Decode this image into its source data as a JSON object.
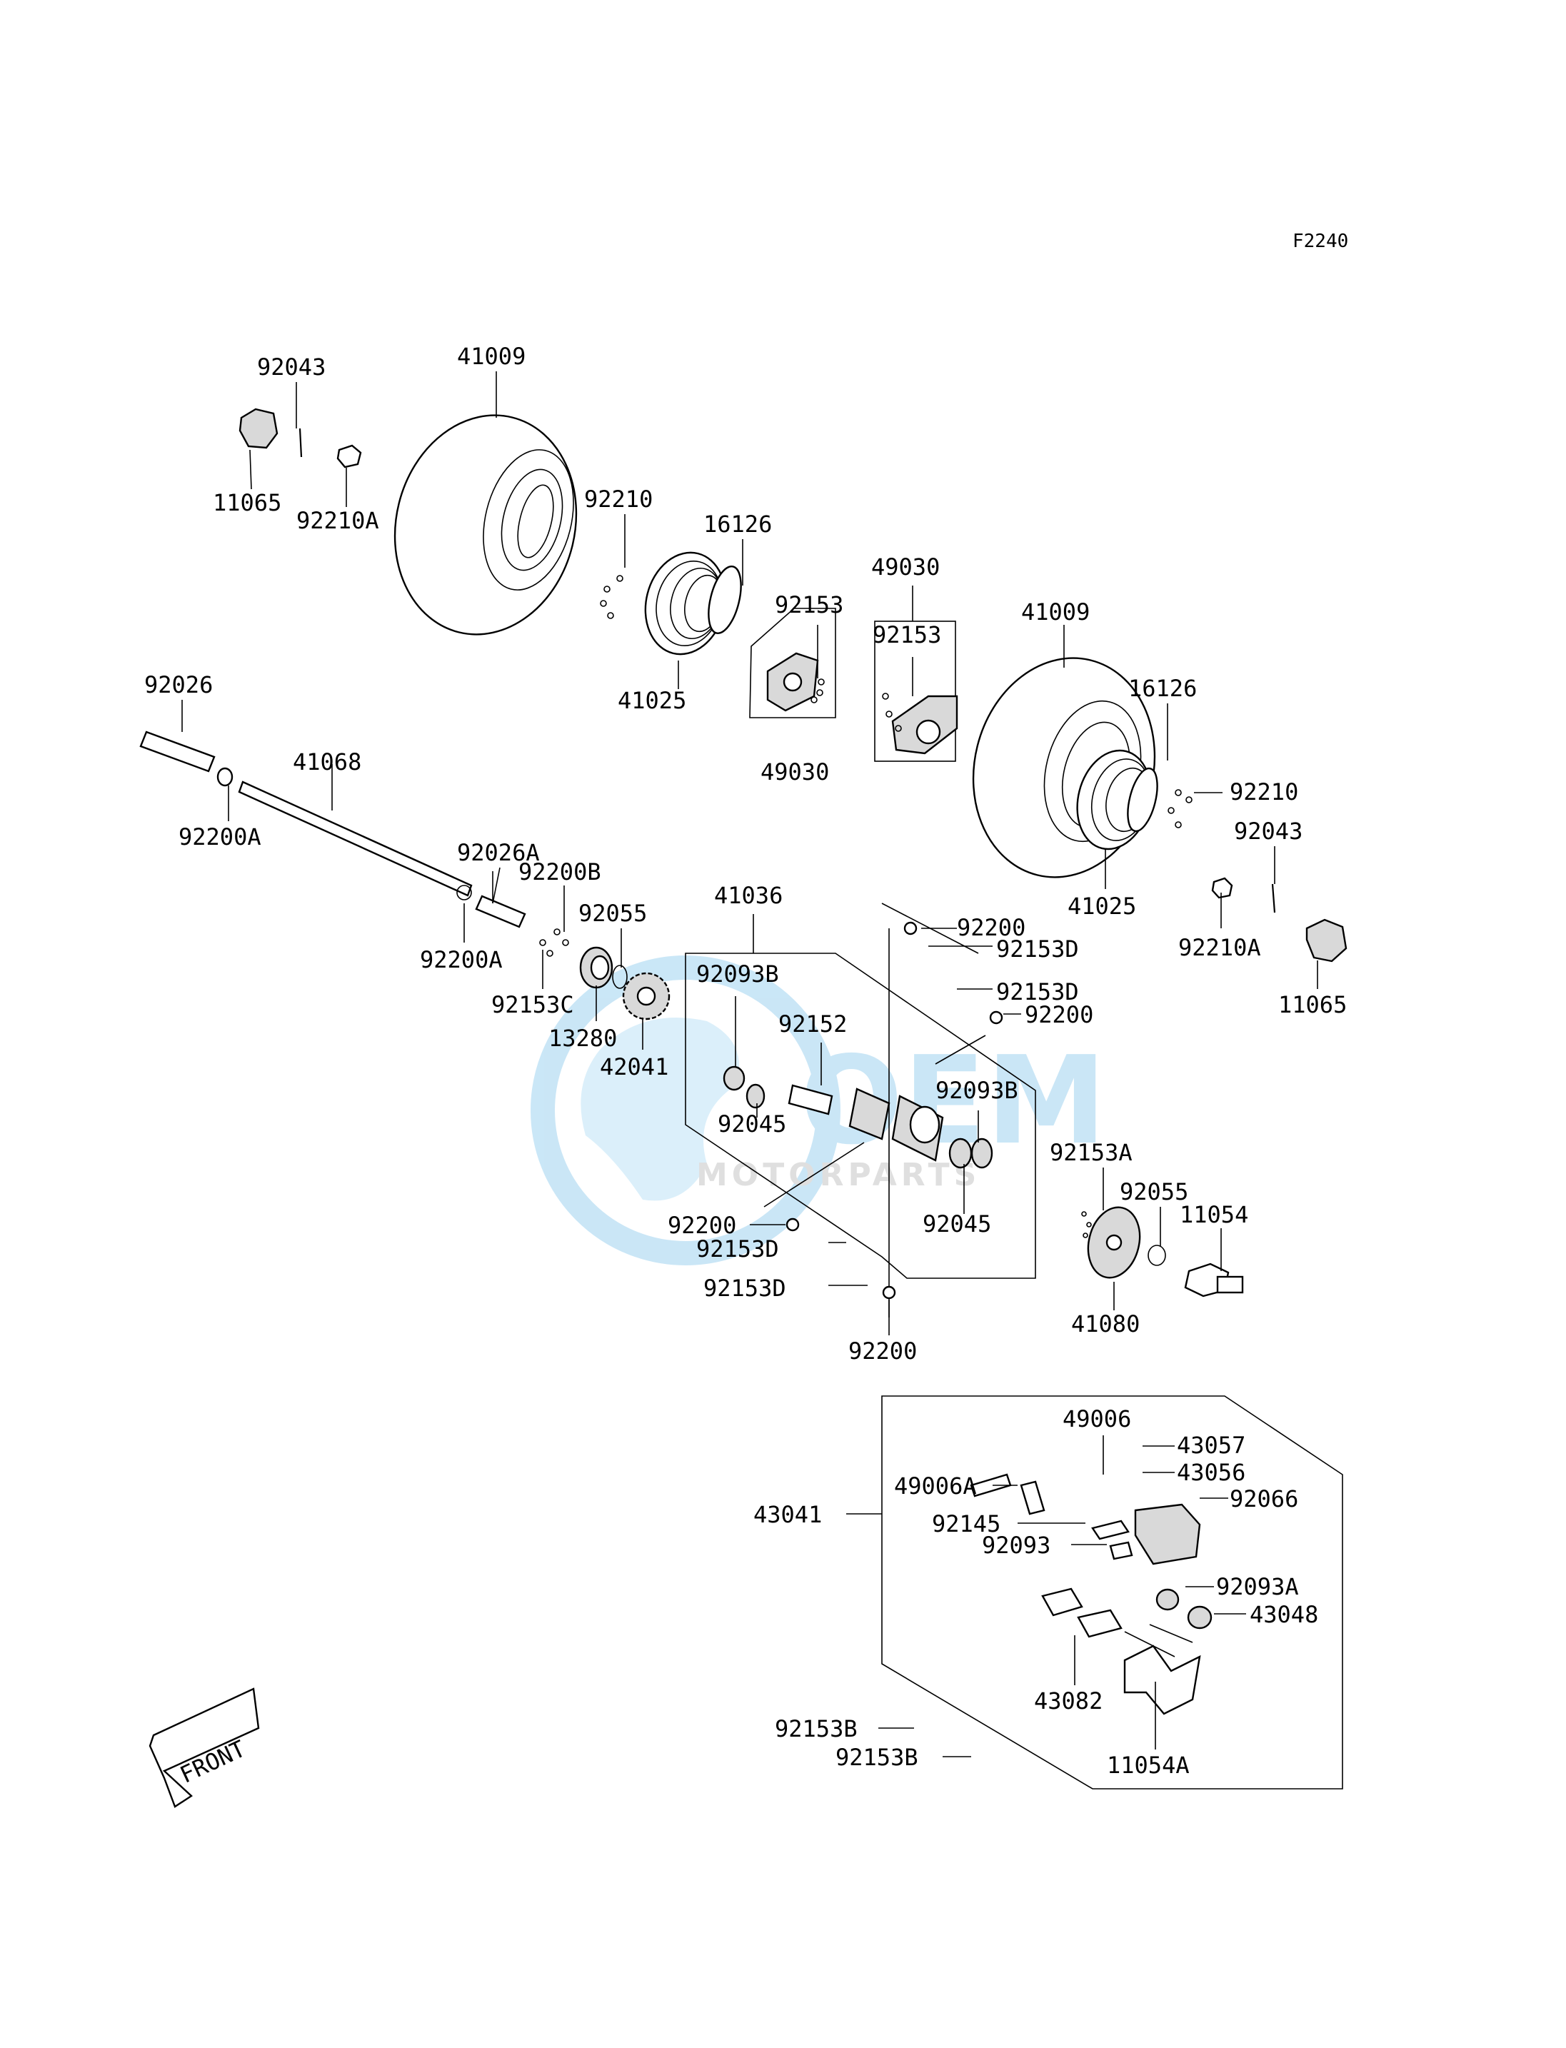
{
  "figure_code": "F2240",
  "front_label": "FRONT",
  "watermark": {
    "logo_text": "OEM",
    "subtitle": "MOTORPARTS",
    "color": "#9fd3f0"
  },
  "parts": {
    "p92043_a": "92043",
    "p11065_a": "11065",
    "p92210A_a": "92210A",
    "p41009_a": "41009",
    "p92210_a": "92210",
    "p16126_a": "16126",
    "p41025_a": "41025",
    "p92153_a": "92153",
    "p49030_a": "49030",
    "p49030_b": "49030",
    "p92153_b": "92153",
    "p41009_b": "41009",
    "p16126_b": "16126",
    "p92210_b": "92210",
    "p92043_b": "92043",
    "p41025_b": "41025",
    "p92210A_b": "92210A",
    "p11065_b": "11065",
    "p92026": "92026",
    "p92200A_a": "92200A",
    "p41068": "41068",
    "p92026A": "92026A",
    "p92200B": "92200B",
    "p92200A_b": "92200A",
    "p92055_a": "92055",
    "p92153C": "92153C",
    "p13280": "13280",
    "p42041": "42041",
    "p41036": "41036",
    "p92093B_a": "92093B",
    "p92152": "92152",
    "p92045_a": "92045",
    "p92200_a": "92200",
    "p92153D_a": "92153D",
    "p92153D_b": "92153D",
    "p92200_b": "92200",
    "p92093B_b": "92093B",
    "p92045_b": "92045",
    "p92153A": "92153A",
    "p92055_b": "92055",
    "p11054": "11054",
    "p41080": "41080",
    "p92200_c": "92200",
    "p92153D_c": "92153D",
    "p92153D_d": "92153D",
    "p92200_d": "92200",
    "p49006": "49006",
    "p43057": "43057",
    "p49006A": "49006A",
    "p43056": "43056",
    "p43041": "43041",
    "p92066": "92066",
    "p92145": "92145",
    "p92093": "92093",
    "p92093A": "92093A",
    "p43048": "43048",
    "p43082": "43082",
    "p11054A": "11054A",
    "p92153B_a": "92153B",
    "p92153B_b": "92153B"
  }
}
